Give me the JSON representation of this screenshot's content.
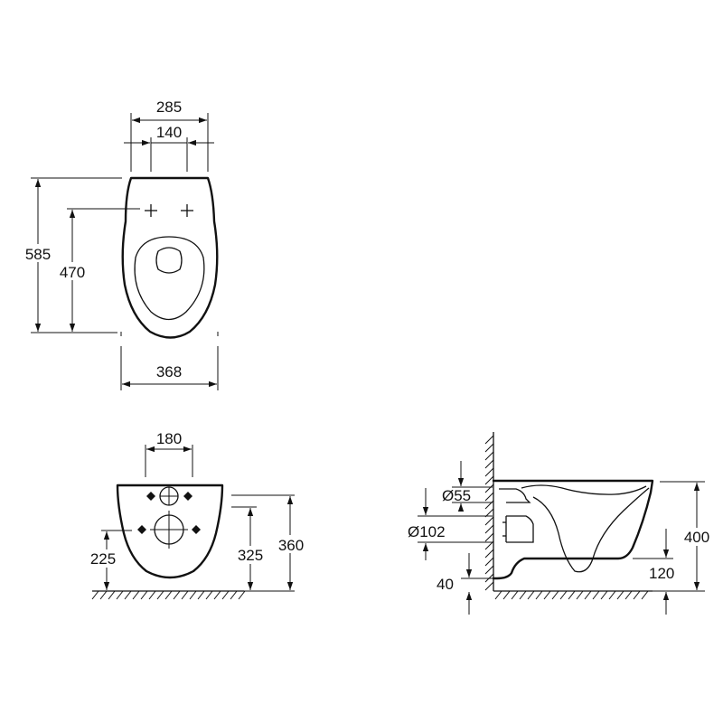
{
  "dimensions": {
    "top_width_outer": "285",
    "top_width_inner": "140",
    "total_length": "585",
    "fixing_length": "470",
    "total_width": "368",
    "front_fixing_spacing": "180",
    "front_height_225": "225",
    "front_height_325": "325",
    "front_height_360": "360",
    "side_diameter_55": "Ø55",
    "side_diameter_102": "Ø102",
    "side_height_40": "40",
    "side_height_400": "400",
    "side_offset_120": "120"
  },
  "colors": {
    "line": "#111111",
    "background": "#ffffff"
  }
}
